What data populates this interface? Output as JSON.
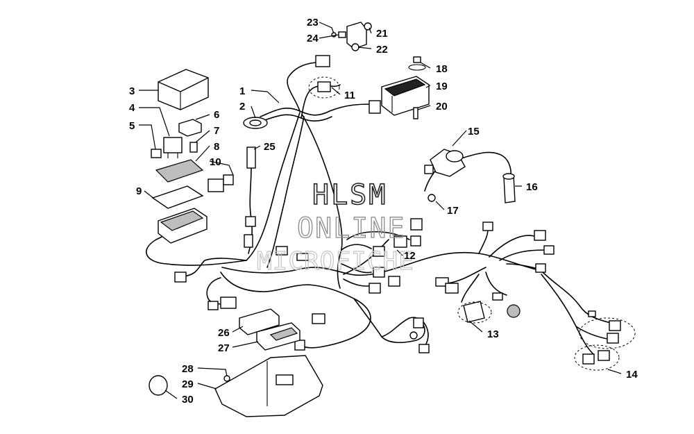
{
  "watermark": {
    "line1": "HLSM",
    "line2": "ONLINE",
    "line3": "MICROFICHE"
  },
  "callouts": [
    {
      "id": "c1",
      "label": "1"
    },
    {
      "id": "c2",
      "label": "2"
    },
    {
      "id": "c3",
      "label": "3"
    },
    {
      "id": "c4",
      "label": "4"
    },
    {
      "id": "c5",
      "label": "5"
    },
    {
      "id": "c6",
      "label": "6"
    },
    {
      "id": "c7",
      "label": "7"
    },
    {
      "id": "c8",
      "label": "8"
    },
    {
      "id": "c9",
      "label": "9"
    },
    {
      "id": "c10",
      "label": "10"
    },
    {
      "id": "c11",
      "label": "11"
    },
    {
      "id": "c12",
      "label": "12"
    },
    {
      "id": "c13",
      "label": "13"
    },
    {
      "id": "c14",
      "label": "14"
    },
    {
      "id": "c15",
      "label": "15"
    },
    {
      "id": "c16",
      "label": "16"
    },
    {
      "id": "c17",
      "label": "17"
    },
    {
      "id": "c18",
      "label": "18"
    },
    {
      "id": "c19",
      "label": "19"
    },
    {
      "id": "c20",
      "label": "20"
    },
    {
      "id": "c21",
      "label": "21"
    },
    {
      "id": "c22",
      "label": "22"
    },
    {
      "id": "c23",
      "label": "23"
    },
    {
      "id": "c24",
      "label": "24"
    },
    {
      "id": "c25",
      "label": "25"
    },
    {
      "id": "c26",
      "label": "26"
    },
    {
      "id": "c27",
      "label": "27"
    },
    {
      "id": "c28",
      "label": "28"
    },
    {
      "id": "c29",
      "label": "29"
    },
    {
      "id": "c30",
      "label": "30"
    }
  ]
}
